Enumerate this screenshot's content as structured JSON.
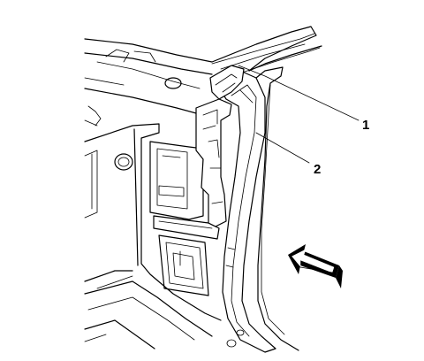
{
  "callouts": [
    {
      "id": "1",
      "label": "1"
    },
    {
      "id": "2",
      "label": "2"
    }
  ],
  "colors": {
    "line": "#000000",
    "background": "#ffffff"
  },
  "icons": [
    "view-direction-arrow-icon"
  ]
}
